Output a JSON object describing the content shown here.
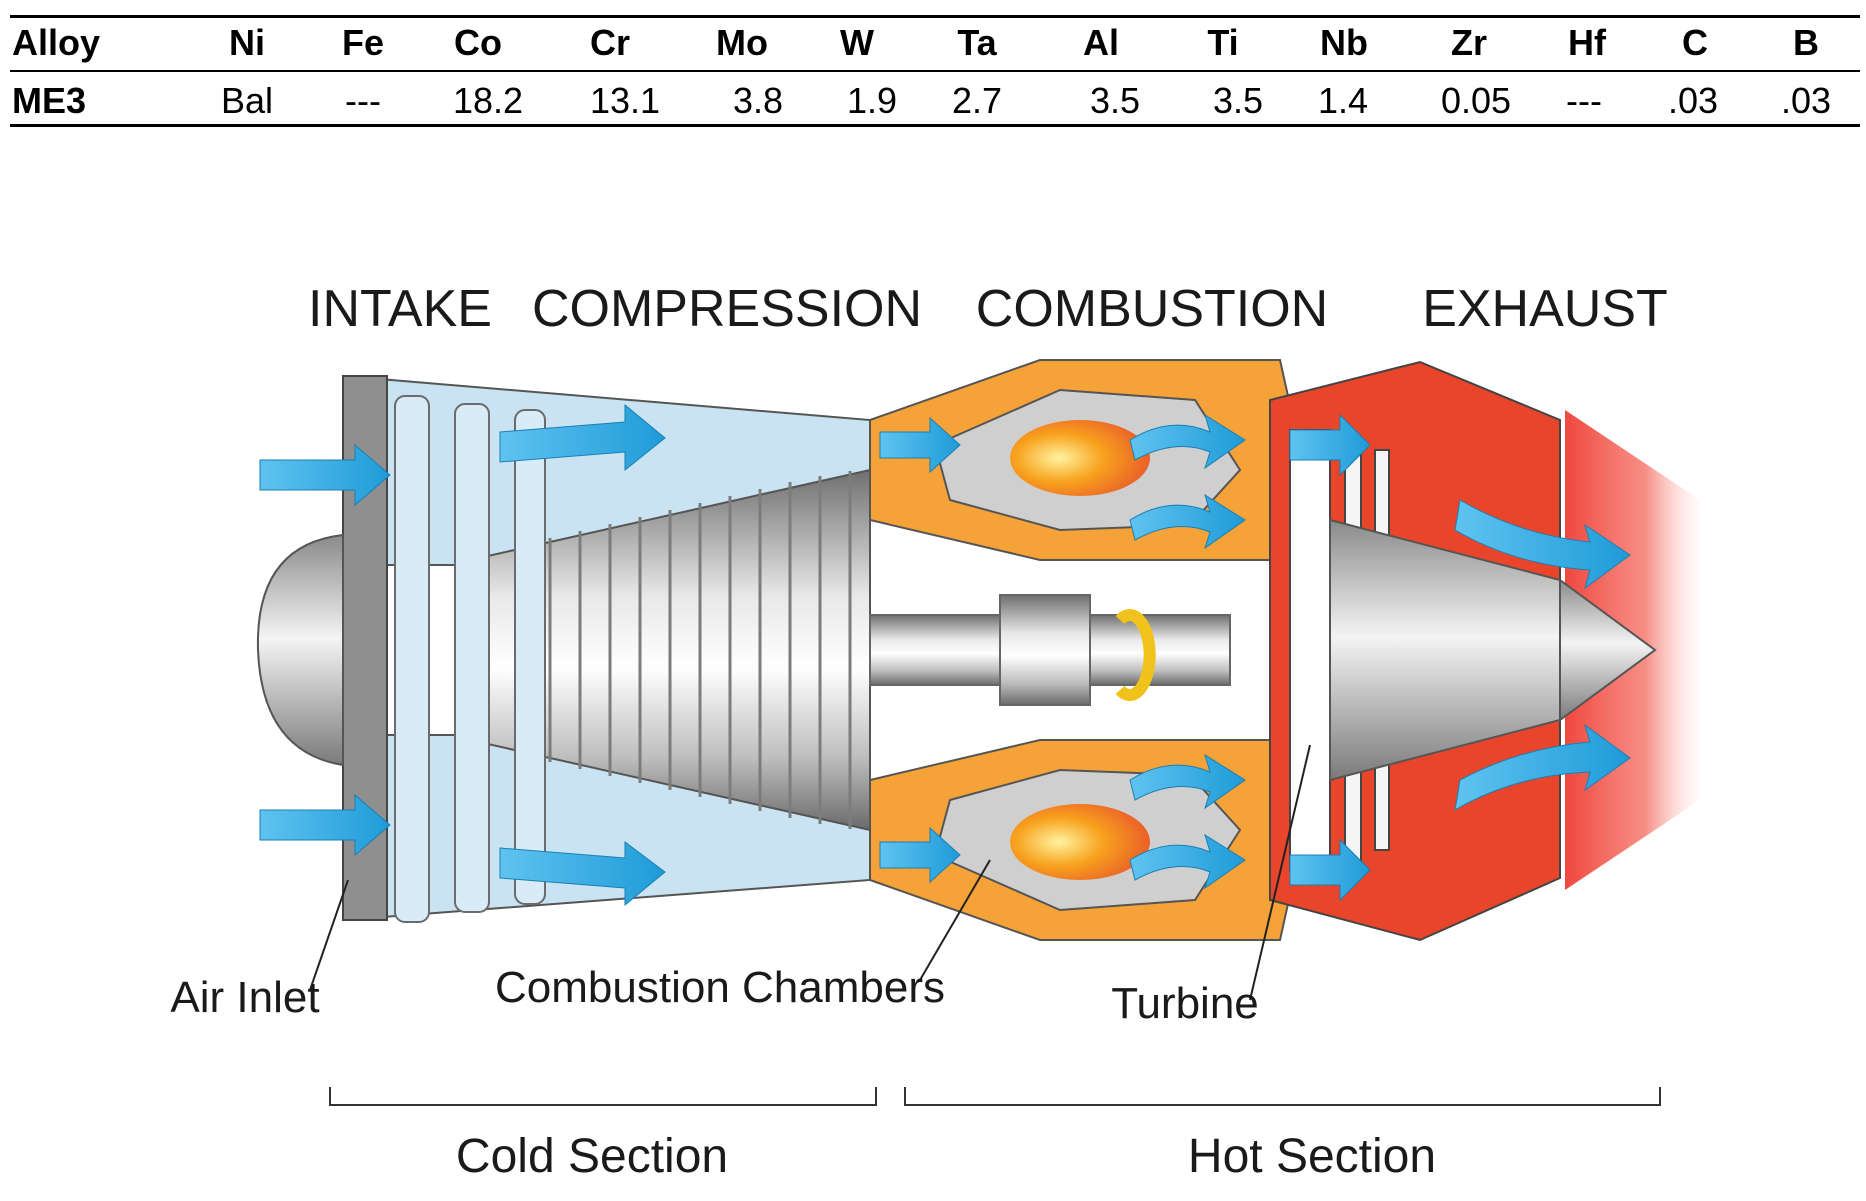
{
  "table": {
    "headers": [
      "Alloy",
      "Ni",
      "Fe",
      "Co",
      "Cr",
      "Mo",
      "W",
      "Ta",
      "Al",
      "Ti",
      "Nb",
      "Zr",
      "Hf",
      "C",
      "B"
    ],
    "rows": [
      [
        "ME3",
        "Bal",
        "---",
        "18.2",
        "13.1",
        "3.8",
        "1.9",
        "2.7",
        "3.5",
        "3.5",
        "1.4",
        "0.05",
        "---",
        ".03",
        ".03"
      ]
    ]
  },
  "diagram": {
    "stages": {
      "intake": "INTAKE",
      "compression": "COMPRESSION",
      "combustion": "COMBUSTION",
      "exhaust": "EXHAUST"
    },
    "callouts": {
      "air_inlet": "Air Inlet",
      "combustion_chambers": "Combustion Chambers",
      "turbine": "Turbine"
    },
    "sections": {
      "cold": "Cold Section",
      "hot": "Hot Section"
    },
    "colors": {
      "airflow": "#29a8e0",
      "cold_casing": "#b7d9ee",
      "combustion": "#f39a2b",
      "hot_section": "#e8452a",
      "exhaust_plume": "#f25c4c",
      "metal": "#9c9c9c"
    }
  }
}
